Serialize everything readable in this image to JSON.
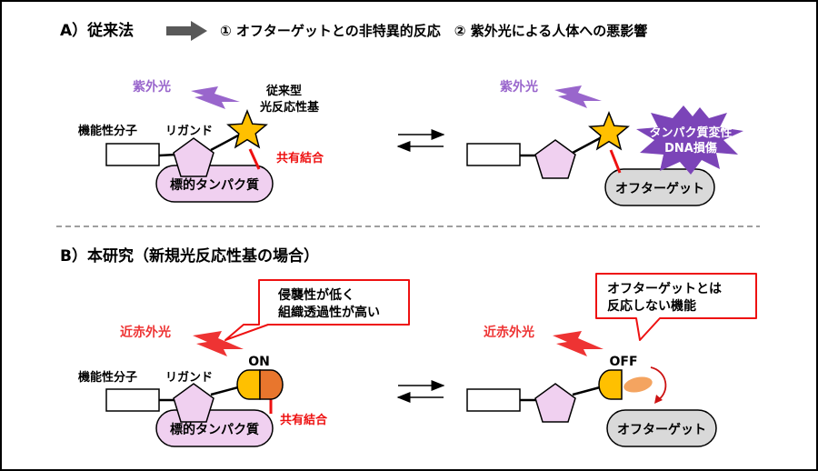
{
  "section_a": {
    "title": "A）従来法",
    "problems": "① オフターゲットとの非特異的反応　② 紫外光による人体への悪影響",
    "left": {
      "light": "紫外光",
      "group_line1": "従来型",
      "group_line2": "光反応性基",
      "functional_molecule": "機能性分子",
      "ligand": "リガンド",
      "covalent_bond": "共有結合",
      "target_protein": "標的タンパク質"
    },
    "right": {
      "light": "紫外光",
      "damage_line1": "タンパク質変性",
      "damage_line2": "DNA損傷",
      "off_target": "オフターゲット"
    }
  },
  "section_b": {
    "title": "B）本研究（新規光反応性基の場合）",
    "left": {
      "light": "近赤外光",
      "callout_line1": "侵襲性が低く",
      "callout_line2": "組織透過性が高い",
      "on_label": "ON",
      "functional_molecule": "機能性分子",
      "ligand": "リガンド",
      "covalent_bond": "共有結合",
      "target_protein": "標的タンパク質"
    },
    "right": {
      "light": "近赤外光",
      "callout_line1": "オフターゲットとは",
      "callout_line2": "反応しない機能",
      "off_label": "OFF",
      "off_target": "オフターゲット"
    }
  },
  "colors": {
    "uv": "#9966cc",
    "nir": "#ee3333",
    "covalent": "#ee1111",
    "protein_fill": "#f0d0f0",
    "star": "#ffc000",
    "off_target_fill": "#d9d9d9",
    "damage_burst": "#7b44b8"
  }
}
